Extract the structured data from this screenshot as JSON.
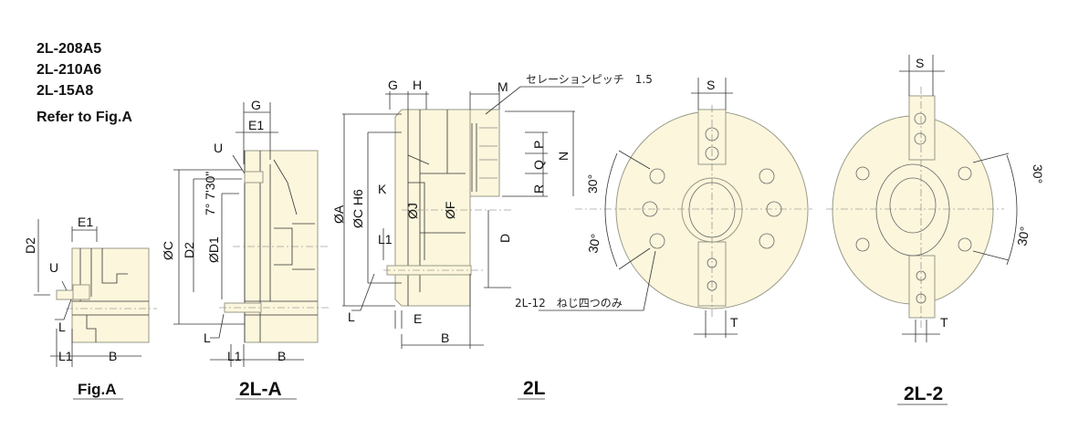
{
  "models": [
    "2L-208A5",
    "2L-210A6",
    "2L-15A8"
  ],
  "refer_note": "Refer to Fig.A",
  "fig_a": {
    "title": "Fig.A",
    "labels": {
      "d2": "D2",
      "e1": "E1",
      "u": "U",
      "l": "L",
      "l1": "L1",
      "b": "B"
    }
  },
  "fig_2la": {
    "title": "2L-A",
    "labels": {
      "g": "G",
      "e1": "E1",
      "u": "U",
      "taper": "7° 7'30\"",
      "c": "ØC",
      "d2": "D2",
      "d1": "ØD1",
      "l": "L",
      "l1": "L1",
      "b": "B"
    }
  },
  "fig_2l_side": {
    "labels": {
      "a": "ØA",
      "c": "ØC  H6",
      "g": "G",
      "h": "H",
      "m": "M",
      "p": "P",
      "q": "Q",
      "r": "R",
      "n": "N",
      "k": "K",
      "j": "ØJ",
      "f": "ØF",
      "l1": "L1",
      "d": "D",
      "l": "L",
      "e": "E",
      "b": "B"
    },
    "serration_note": "セレーションピッチ　1.5"
  },
  "fig_2l": {
    "title": "2L",
    "labels": {
      "s": "S",
      "t": "T",
      "angle_top": "30°",
      "angle_bottom": "30°"
    },
    "thread_note": "2L-12　ねじ四つのみ"
  },
  "fig_2l2": {
    "title": "2L-2",
    "labels": {
      "s": "S",
      "t": "T",
      "angle_top": "30°",
      "angle_bottom": "30°"
    }
  },
  "colors": {
    "body": "#fbf6dc",
    "line": "#333333"
  }
}
